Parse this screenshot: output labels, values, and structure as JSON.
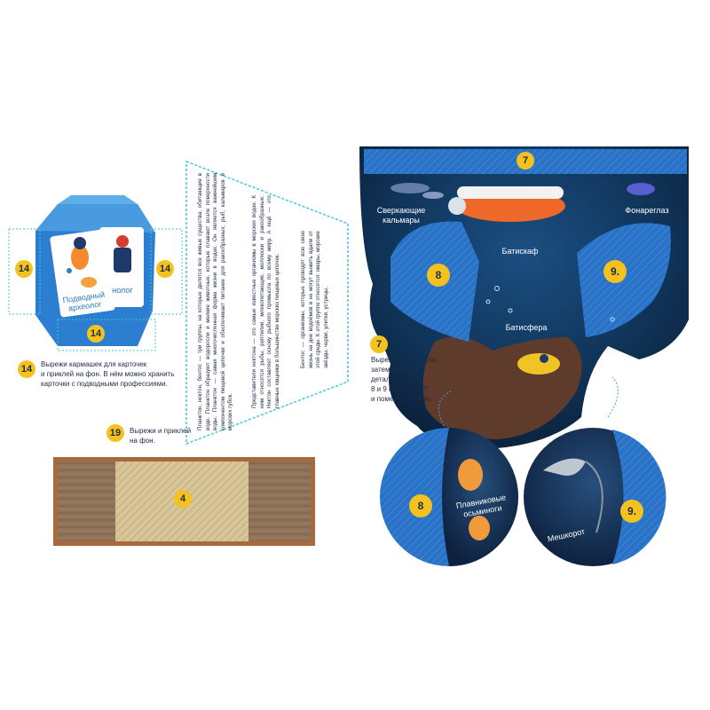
{
  "colors": {
    "accent_blue": "#1d73c2",
    "deep_ocean": "#0f2d4f",
    "badge_yellow": "#f4c21f",
    "text_navy": "#1f2b46",
    "cut_line_cyan": "#45c7d6"
  },
  "pocket": {
    "badge_left": "14",
    "badge_right": "14",
    "badge_bottom": "14",
    "card_title_line1": "Подводный",
    "card_title_line2": "археолог",
    "card_back_label": "нолог"
  },
  "instruction_14": {
    "badge": "14",
    "line1": "Вырежи кармашек для карточек",
    "line2": "и приклей на фон. В нём можно хранить",
    "line3": "карточки с подводными профессиями."
  },
  "instruction_19": {
    "badge": "19",
    "line1": "Вырежи и приклей",
    "line2": "на фон."
  },
  "trapezoid_text": {
    "paragraph1": "Планктон, нектон, бентос — три группы, на которые делятся все живые существа, обитающие в воде. Планктон образуют водоросли и мелкие животные, которые плавают возле поверхности воды. Планктон — самая многочисленная форма жизни в водах. Он является важнейшим компонентом пищевой цепочки и обеспечивает питание для ракообразных, рыб, кальмаров и морских губок.",
    "paragraph2": "Представители нектона — это самые известные организмы в морских водах. К ним относятся рыбы, рептилии, млекопитающие, моллюски и ракообразные. Нектон составляет основу рыбного промысла по всему миру. А ещё — это главные хищники в большинстве морских пищевых цепочек.",
    "paragraph3": "Бентос — организмы, которые проводят всю свою жизнь на дне водоёмов и не могут выжить вдали от этой среды. К этой группе относятся: омары, морские звёзды, черви, улитки, устрицы."
  },
  "strip": {
    "badge": "4"
  },
  "ocean_piece": {
    "badge": "7",
    "label_squids": "Сверкающие кальмары",
    "label_fish": "Фонареглаз",
    "label_bathyscaphe": "Батискаф",
    "label_bathysphere": "Батисфера",
    "flap_left_badge": "8",
    "flap_right_badge": "9."
  },
  "instruction_7": {
    "badge": "7",
    "line1": "Вырежи три детали,",
    "line2": "затем приклей детали",
    "line3": "8 и 9 на деталь 7",
    "line4": "и помести на фон."
  },
  "circle_left": {
    "badge": "8",
    "label_line1": "Плавниковые",
    "label_line2": "осьминоги"
  },
  "circle_right": {
    "badge": "9.",
    "label": "Мешкорот"
  }
}
